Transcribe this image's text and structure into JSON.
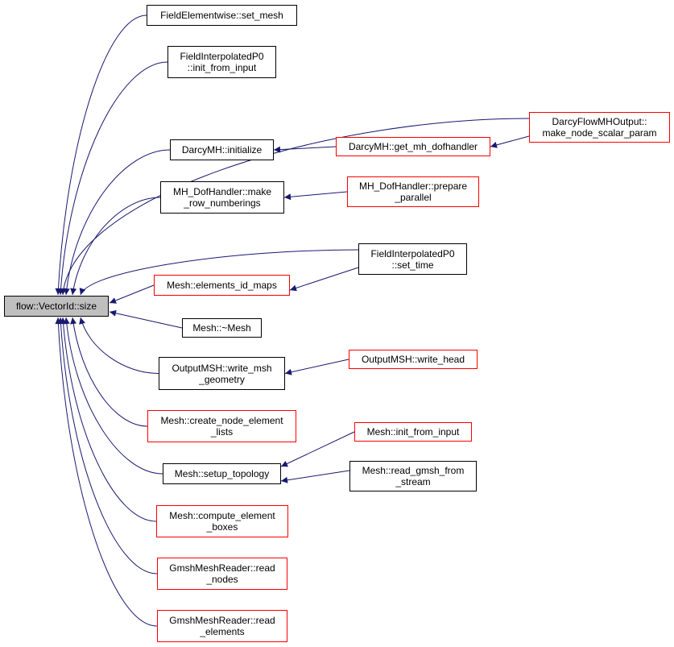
{
  "colors": {
    "edge": "#191970",
    "root_fill": "#bfbfbf",
    "incomplete_border": "#ff0000",
    "complete_border": "#000000"
  },
  "nodes": [
    {
      "id": "root",
      "lines": [
        "flow::VectorId::size"
      ],
      "kind": "root"
    },
    {
      "id": "fe_set_mesh",
      "lines": [
        "FieldElementwise::set_mesh"
      ],
      "kind": "black"
    },
    {
      "id": "fip0_init",
      "lines": [
        "FieldInterpolatedP0",
        "::init_from_input"
      ],
      "kind": "black"
    },
    {
      "id": "darcy_init",
      "lines": [
        "DarcyMH::initialize"
      ],
      "kind": "black"
    },
    {
      "id": "mhdof_make_row",
      "lines": [
        "MH_DofHandler::make",
        "_row_numberings"
      ],
      "kind": "black"
    },
    {
      "id": "mesh_elem_id_maps",
      "lines": [
        "Mesh::elements_id_maps"
      ],
      "kind": "red"
    },
    {
      "id": "mesh_dtor",
      "lines": [
        "Mesh::~Mesh"
      ],
      "kind": "black"
    },
    {
      "id": "omsh_write_geom",
      "lines": [
        "OutputMSH::write_msh",
        "_geometry"
      ],
      "kind": "black"
    },
    {
      "id": "mesh_create_lists",
      "lines": [
        "Mesh::create_node_element",
        "_lists"
      ],
      "kind": "red"
    },
    {
      "id": "mesh_setup_topo",
      "lines": [
        "Mesh::setup_topology"
      ],
      "kind": "black"
    },
    {
      "id": "mesh_compute_boxes",
      "lines": [
        "Mesh::compute_element",
        "_boxes"
      ],
      "kind": "red"
    },
    {
      "id": "gmsh_read_nodes",
      "lines": [
        "GmshMeshReader::read",
        "_nodes"
      ],
      "kind": "red"
    },
    {
      "id": "gmsh_read_elements",
      "lines": [
        "GmshMeshReader::read",
        "_elements"
      ],
      "kind": "red"
    },
    {
      "id": "darcy_get_dofh",
      "lines": [
        "DarcyMH::get_mh_dofhandler"
      ],
      "kind": "red"
    },
    {
      "id": "mhdof_prepare_par",
      "lines": [
        "MH_DofHandler::prepare",
        "_parallel"
      ],
      "kind": "red"
    },
    {
      "id": "fip0_set_time",
      "lines": [
        "FieldInterpolatedP0",
        "::set_time"
      ],
      "kind": "black"
    },
    {
      "id": "omsh_write_head",
      "lines": [
        "OutputMSH::write_head"
      ],
      "kind": "red"
    },
    {
      "id": "mesh_init_input",
      "lines": [
        "Mesh::init_from_input"
      ],
      "kind": "red"
    },
    {
      "id": "mesh_read_gmsh",
      "lines": [
        "Mesh::read_gmsh_from",
        "_stream"
      ],
      "kind": "black"
    },
    {
      "id": "dfmho_make_node",
      "lines": [
        "DarcyFlowMHOutput::",
        "make_node_scalar_param"
      ],
      "kind": "red"
    }
  ],
  "edges": [
    {
      "from": "fe_set_mesh",
      "to": "root"
    },
    {
      "from": "fip0_init",
      "to": "root"
    },
    {
      "from": "dfmho_make_node",
      "to": "root"
    },
    {
      "from": "darcy_init",
      "to": "root"
    },
    {
      "from": "mhdof_make_row",
      "to": "root"
    },
    {
      "from": "fip0_set_time",
      "to": "root"
    },
    {
      "from": "mesh_elem_id_maps",
      "to": "root"
    },
    {
      "from": "mesh_dtor",
      "to": "root"
    },
    {
      "from": "omsh_write_geom",
      "to": "root"
    },
    {
      "from": "mesh_create_lists",
      "to": "root"
    },
    {
      "from": "mesh_setup_topo",
      "to": "root"
    },
    {
      "from": "mesh_compute_boxes",
      "to": "root"
    },
    {
      "from": "gmsh_read_nodes",
      "to": "root"
    },
    {
      "from": "gmsh_read_elements",
      "to": "root"
    },
    {
      "from": "darcy_get_dofh",
      "to": "darcy_init"
    },
    {
      "from": "dfmho_make_node",
      "to": "darcy_get_dofh"
    },
    {
      "from": "mhdof_prepare_par",
      "to": "mhdof_make_row"
    },
    {
      "from": "fip0_set_time",
      "to": "mesh_elem_id_maps"
    },
    {
      "from": "omsh_write_head",
      "to": "omsh_write_geom"
    },
    {
      "from": "mesh_init_input",
      "to": "mesh_setup_topo"
    },
    {
      "from": "mesh_read_gmsh",
      "to": "mesh_setup_topo"
    }
  ]
}
